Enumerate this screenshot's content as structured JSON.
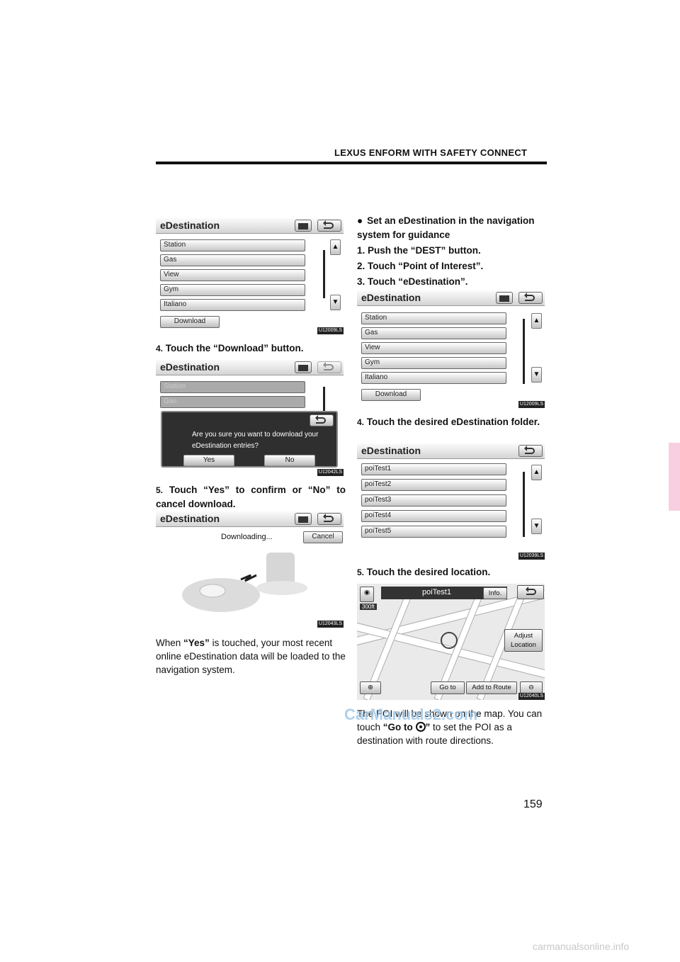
{
  "header": {
    "title": "LEXUS ENFORM WITH SAFETY CONNECT"
  },
  "page_number": "159",
  "screen_title": "eDestination",
  "categories": [
    "Station",
    "Gas",
    "View",
    "Gym",
    "Italiano"
  ],
  "download_label": "Download",
  "folders": [
    "poiTest1",
    "poiTest2",
    "poiTest3",
    "poiTest4",
    "poiTest5"
  ],
  "dialog": {
    "text": "Are you sure you want to download your eDestination entries?",
    "yes": "Yes",
    "no": "No"
  },
  "downloading": {
    "text": "Downloading...",
    "cancel": "Cancel"
  },
  "map": {
    "title": "poiTest1",
    "info": "Info.",
    "scale": "300ft",
    "adjust": "Adjust Location",
    "goto": "Go to",
    "add_route": "Add to Route"
  },
  "codes": {
    "s1": "U12009LS",
    "s2": "U12042LS",
    "s3": "U12043LS",
    "s4": "U12009LS",
    "s5": "U12039LS",
    "s6": "U12040LS"
  },
  "left": {
    "step4_num": "4.",
    "step4": "Touch the “Download” button.",
    "step5_num": "5.",
    "step5": "Touch “Yes” to confirm or “No” to cancel download.",
    "para_pre": "When ",
    "para_yes": "“Yes”",
    "para_post": " is touched, your most recent online eDestination data will be loaded to the navigation system."
  },
  "right": {
    "bullet": "●",
    "heading": "Set an eDestination in the navigation system for guidance",
    "step1": "1.  Push the “DEST” button.",
    "step2": "2.  Touch “Point of Interest”.",
    "step3": "3.  Touch “eDestination”.",
    "step4_num": "4.",
    "step4": "Touch the desired eDestination folder.",
    "step5_num": "5.",
    "step5": "Touch the desired location.",
    "para_pre": "The POI will be shown on the map. You can touch ",
    "para_goto": "“Go to ",
    "para_goto_end": "”",
    "para_post": " to set the POI as a destination with route directions."
  },
  "watermark": "CarManuals2.com",
  "footer_mark": "carmanualsonline.info"
}
